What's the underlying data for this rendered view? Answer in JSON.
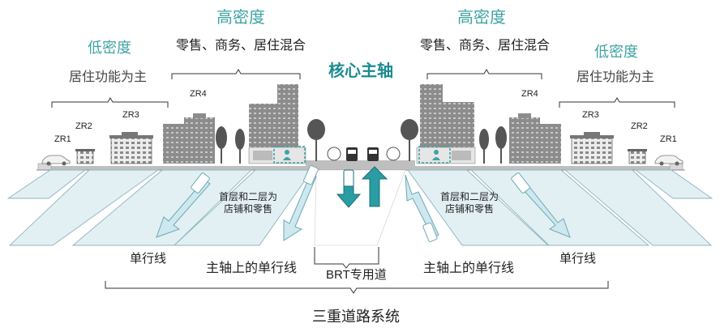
{
  "zones": {
    "low_density": "低密度",
    "low_density_sub": "居住功能为主",
    "high_density": "高密度",
    "high_density_sub": "零售、商务、居住混合",
    "core_axis": "核心主轴"
  },
  "zr_labels": {
    "zr1": "ZR1",
    "zr2": "ZR2",
    "zr3": "ZR3",
    "zr4": "ZR4"
  },
  "ground_floor_note": {
    "line1": "首层和二层为",
    "line2": "店铺和零售"
  },
  "road_labels": {
    "one_way": "单行线",
    "axis_one_way": "主轴上的单行线",
    "brt": "BRT专用道",
    "system": "三重道路系统"
  },
  "colors": {
    "teal_label": "#3fa3a3",
    "core_axis": "#1b8a8f",
    "arrow_light": "#cde8ef",
    "arrow_dark": "#2a9ca3",
    "building": "#8c8c8c"
  }
}
